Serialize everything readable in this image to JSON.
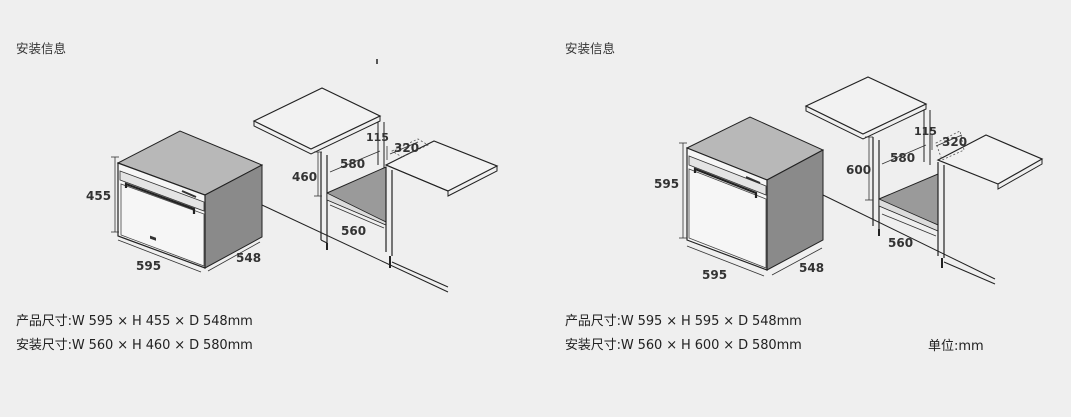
{
  "panels": [
    {
      "title": "安装信息",
      "product_dims": {
        "width": "595",
        "height": "455",
        "depth": "548"
      },
      "cabinet_dims": {
        "opening_height": "460",
        "opening_width": "560",
        "opening_depth": "580",
        "vent_height": "115",
        "vent_width": "320"
      },
      "spec_product": "产品尺寸:W 595 × H 455 × D 548mm",
      "spec_install": "安装尺寸:W 560 × H 460 × D 580mm"
    },
    {
      "title": "安装信息",
      "product_dims": {
        "width": "595",
        "height": "595",
        "depth": "548"
      },
      "cabinet_dims": {
        "opening_height": "600",
        "opening_width": "560",
        "opening_depth": "580",
        "vent_height": "115",
        "vent_width": "320"
      },
      "spec_product": "产品尺寸:W 595 × H 595 × D 548mm",
      "spec_install": "安装尺寸:W 560 × H 600 × D 580mm"
    }
  ],
  "unit_note": "单位:mm",
  "colors": {
    "background": "#efefef",
    "line": "#222222",
    "oven_top": "#b8b8b8",
    "oven_side": "#8a8a8a",
    "oven_front": "#f6f6f6",
    "cavity_floor": "#9a9a9a"
  }
}
